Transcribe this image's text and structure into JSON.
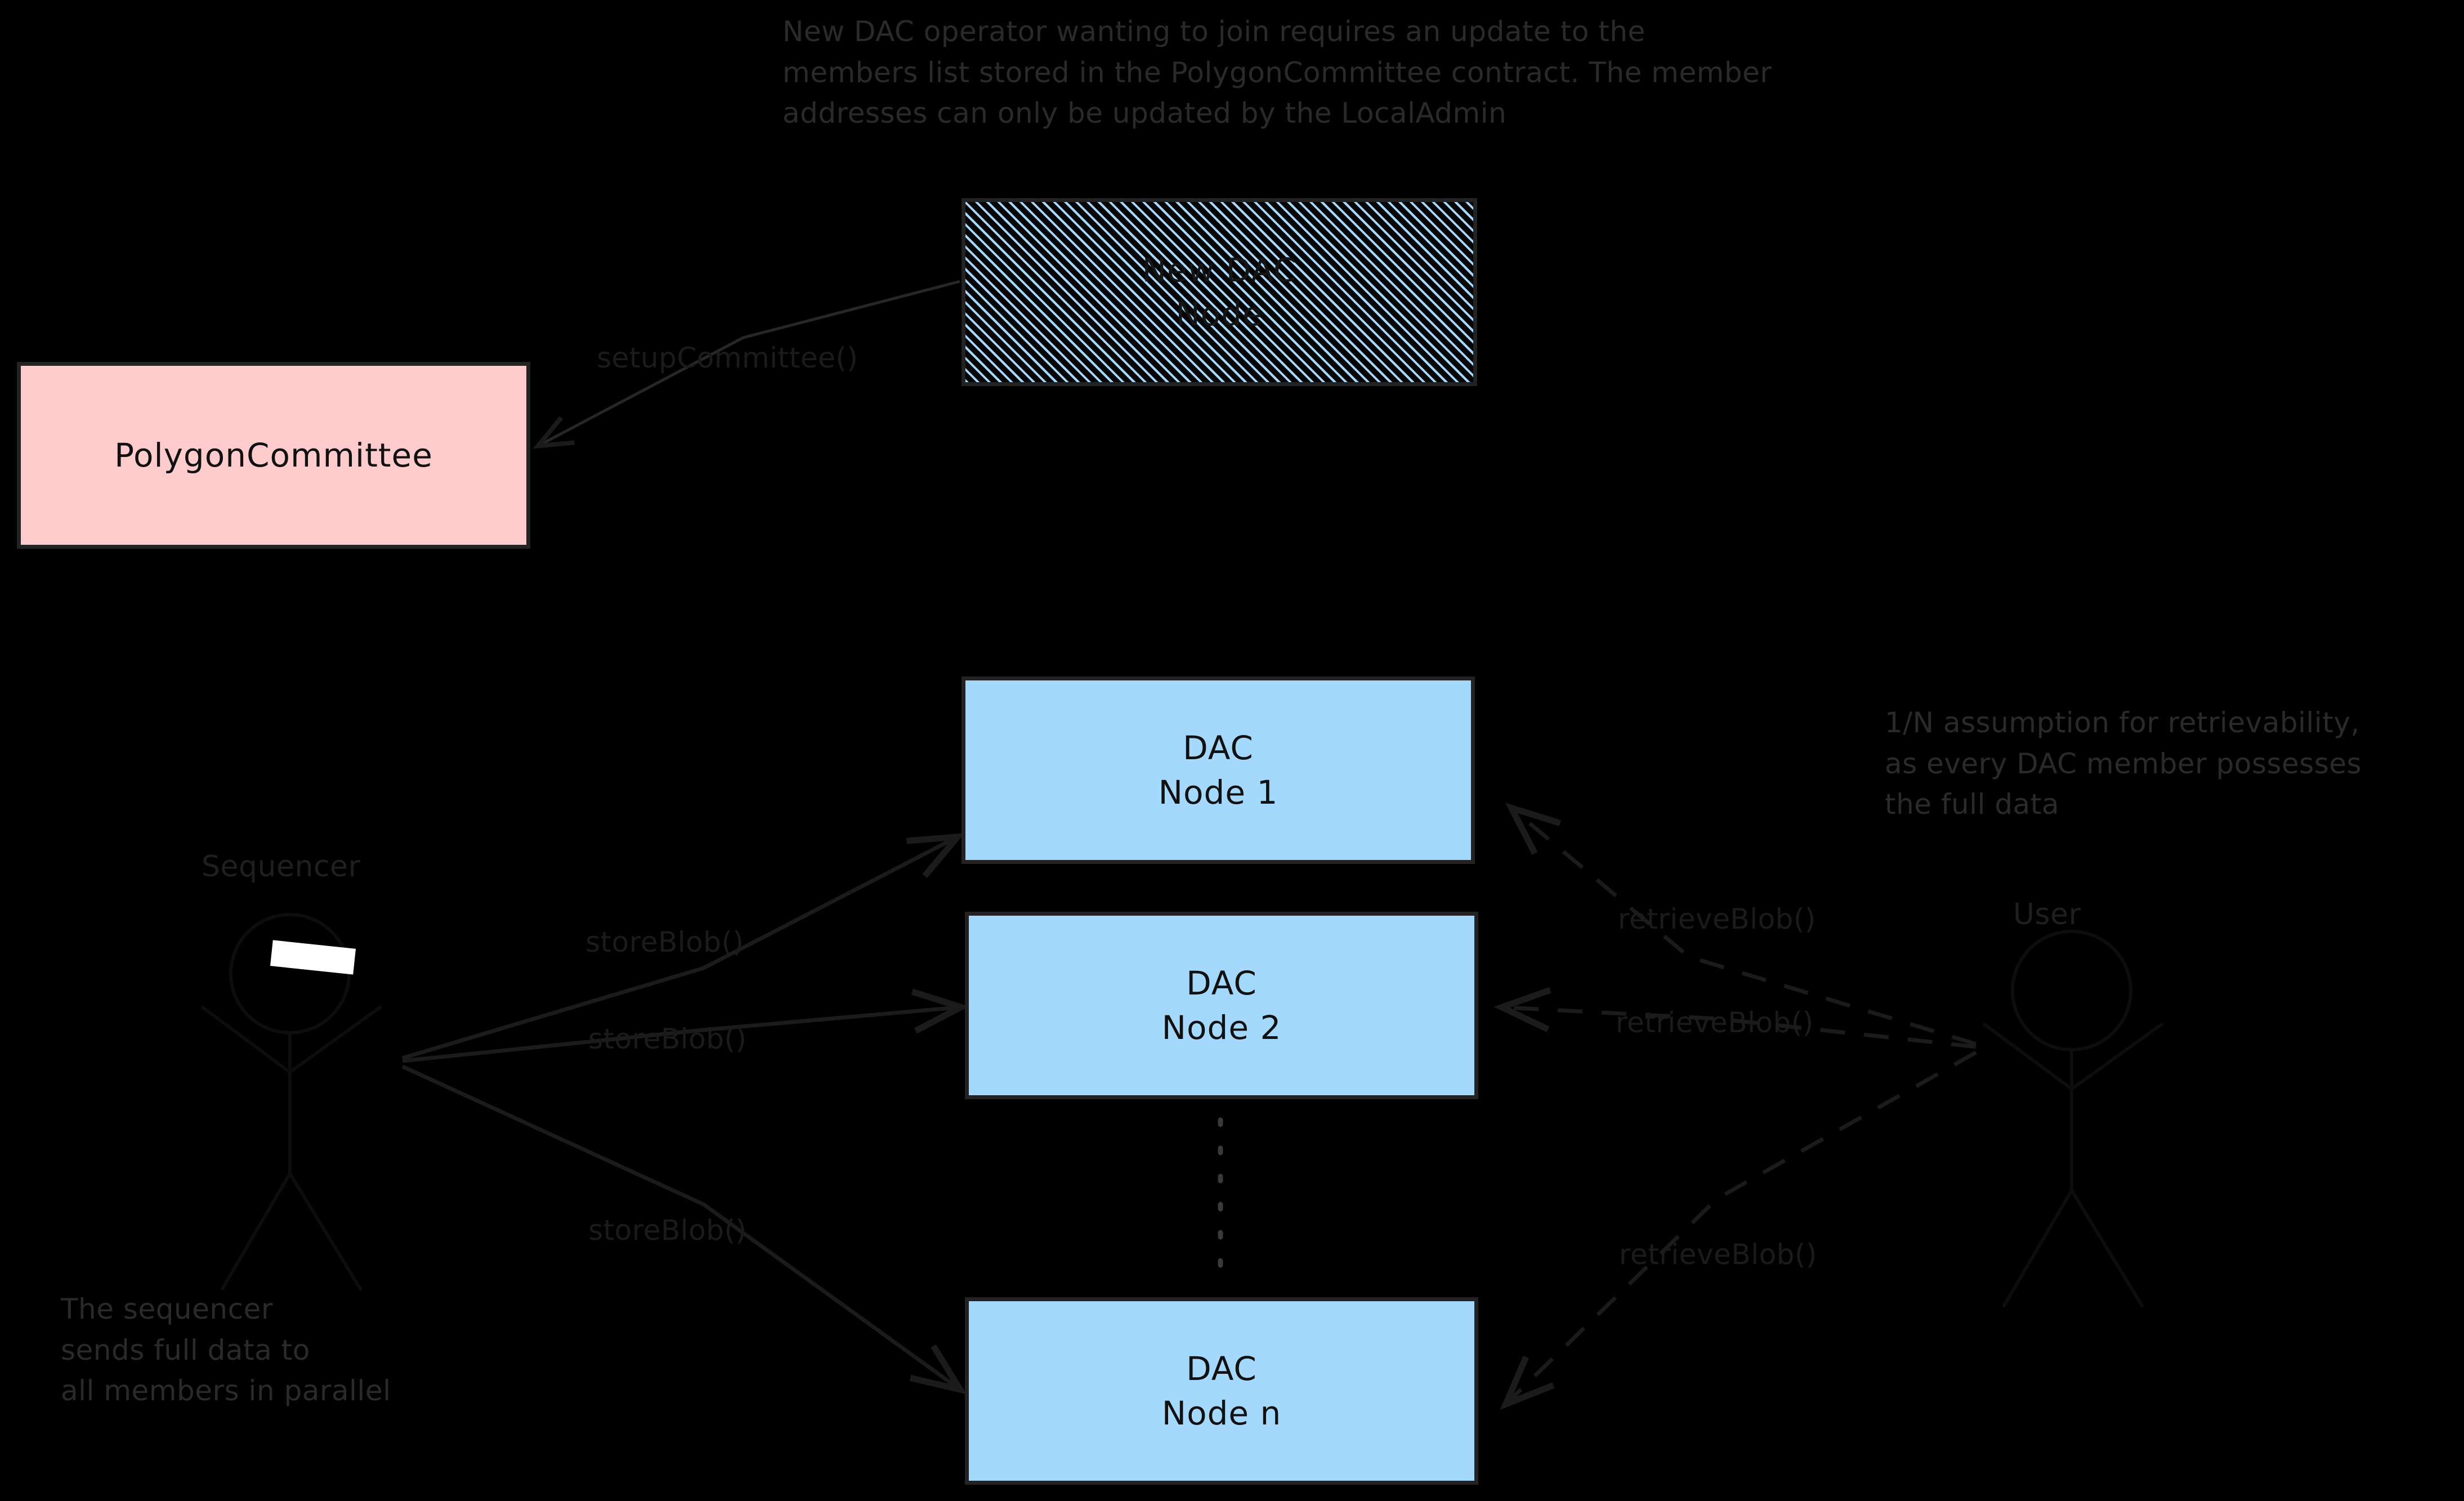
{
  "diagram": {
    "background_color": "#000000",
    "title_annotation": "New DAC operator wanting to join requires an update to the\nmembers list stored in the PolygonCommittee contract. The member\naddresses can only be updated by the LocalAdmin",
    "right_annotation": "1/N assumption for retrievability,\nas every DAC member possesses\nthe full data",
    "bottom_left_annotation": "The sequencer\nsends full data to\nall members in parallel"
  },
  "nodes": {
    "new_dac_node": {
      "line1": "New DAC",
      "line2": "Node",
      "fill": "#a5d8fd",
      "style": "hatched"
    },
    "polygon_committee": {
      "label": "PolygonCommittee",
      "fill": "#ffccce"
    },
    "dac_node_1": {
      "line1": "DAC",
      "line2": "Node 1",
      "fill": "#a5d8fd"
    },
    "dac_node_2": {
      "line1": "DAC",
      "line2": "Node 2",
      "fill": "#a5d8fd"
    },
    "dac_node_n": {
      "line1": "DAC",
      "line2": "Node n",
      "fill": "#a5d8fd"
    }
  },
  "actors": {
    "sequencer": {
      "label": "Sequencer"
    },
    "user": {
      "label": "User"
    }
  },
  "edges": {
    "setup_committee": "setupCommittee()",
    "store_blob_1": "storeBlob()",
    "store_blob_2": "storeBlob()",
    "store_blob_n": "storeBlob()",
    "retrieve_blob_1": "retrieveBlob()",
    "retrieve_blob_2": "retrieveBlob()",
    "retrieve_blob_n": "retrieveBlob()"
  }
}
